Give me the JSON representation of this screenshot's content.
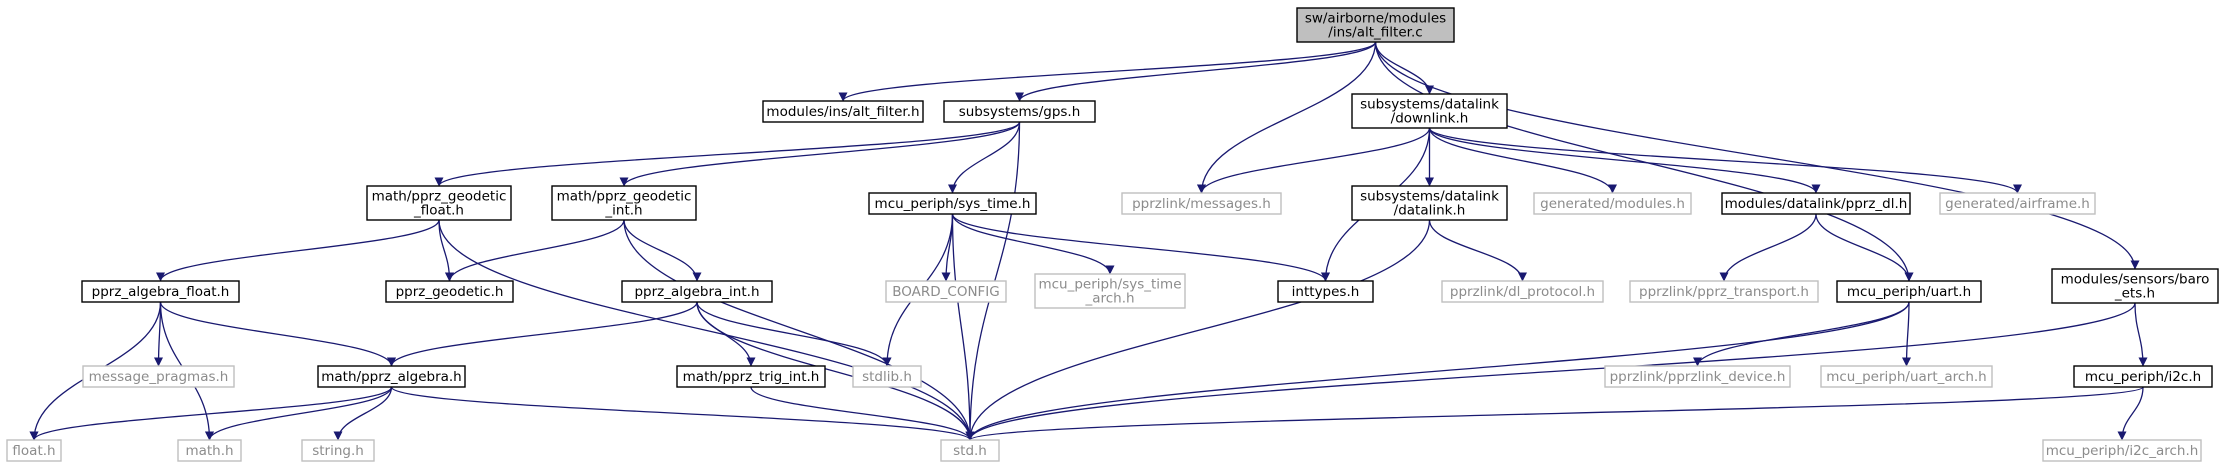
{
  "graph": {
    "nodes": [
      {
        "id": "alt_filter_c",
        "lines": [
          "sw/airborne/modules",
          "/ins/alt_filter.c"
        ],
        "kind": "root"
      },
      {
        "id": "alt_filter_h",
        "lines": [
          "modules/ins/alt_filter.h"
        ],
        "kind": "local"
      },
      {
        "id": "gps_h",
        "lines": [
          "subsystems/gps.h"
        ],
        "kind": "local"
      },
      {
        "id": "messages_h",
        "lines": [
          "pprzlink/messages.h"
        ],
        "kind": "external"
      },
      {
        "id": "downlink_h",
        "lines": [
          "subsystems/datalink",
          "/downlink.h"
        ],
        "kind": "local"
      },
      {
        "id": "baro_ets_h",
        "lines": [
          "modules/sensors/baro",
          "_ets.h"
        ],
        "kind": "local"
      },
      {
        "id": "geodetic_float_h",
        "lines": [
          "math/pprz_geodetic",
          "_float.h"
        ],
        "kind": "local"
      },
      {
        "id": "geodetic_int_h",
        "lines": [
          "math/pprz_geodetic",
          "_int.h"
        ],
        "kind": "local"
      },
      {
        "id": "sys_time_h",
        "lines": [
          "mcu_periph/sys_time.h"
        ],
        "kind": "local"
      },
      {
        "id": "datalink_h",
        "lines": [
          "subsystems/datalink",
          "/datalink.h"
        ],
        "kind": "local"
      },
      {
        "id": "gen_modules_h",
        "lines": [
          "generated/modules.h"
        ],
        "kind": "external"
      },
      {
        "id": "pprz_dl_h",
        "lines": [
          "modules/datalink/pprz_dl.h"
        ],
        "kind": "local"
      },
      {
        "id": "gen_airframe_h",
        "lines": [
          "generated/airframe.h"
        ],
        "kind": "external"
      },
      {
        "id": "algebra_float_h",
        "lines": [
          "pprz_algebra_float.h"
        ],
        "kind": "local"
      },
      {
        "id": "pprz_geodetic_h",
        "lines": [
          "pprz_geodetic.h"
        ],
        "kind": "local"
      },
      {
        "id": "algebra_int_h",
        "lines": [
          "pprz_algebra_int.h"
        ],
        "kind": "local"
      },
      {
        "id": "board_config",
        "lines": [
          "BOARD_CONFIG"
        ],
        "kind": "external"
      },
      {
        "id": "sys_time_arch_h",
        "lines": [
          "mcu_periph/sys_time",
          "_arch.h"
        ],
        "kind": "external"
      },
      {
        "id": "inttypes_h",
        "lines": [
          "inttypes.h"
        ],
        "kind": "local"
      },
      {
        "id": "dl_protocol_h",
        "lines": [
          "pprzlink/dl_protocol.h"
        ],
        "kind": "external"
      },
      {
        "id": "pprz_transport_h",
        "lines": [
          "pprzlink/pprz_transport.h"
        ],
        "kind": "external"
      },
      {
        "id": "uart_h",
        "lines": [
          "mcu_periph/uart.h"
        ],
        "kind": "local"
      },
      {
        "id": "message_pragmas_h",
        "lines": [
          "message_pragmas.h"
        ],
        "kind": "external"
      },
      {
        "id": "pprz_algebra_h",
        "lines": [
          "math/pprz_algebra.h"
        ],
        "kind": "local"
      },
      {
        "id": "trig_int_h",
        "lines": [
          "math/pprz_trig_int.h"
        ],
        "kind": "local"
      },
      {
        "id": "stdlib_h",
        "lines": [
          "stdlib.h"
        ],
        "kind": "external"
      },
      {
        "id": "pprzlink_device_h",
        "lines": [
          "pprzlink/pprzlink_device.h"
        ],
        "kind": "external"
      },
      {
        "id": "uart_arch_h",
        "lines": [
          "mcu_periph/uart_arch.h"
        ],
        "kind": "external"
      },
      {
        "id": "i2c_h",
        "lines": [
          "mcu_periph/i2c.h"
        ],
        "kind": "local"
      },
      {
        "id": "float_h",
        "lines": [
          "float.h"
        ],
        "kind": "external"
      },
      {
        "id": "math_h",
        "lines": [
          "math.h"
        ],
        "kind": "external"
      },
      {
        "id": "string_h",
        "lines": [
          "string.h"
        ],
        "kind": "external"
      },
      {
        "id": "std_h",
        "lines": [
          "std.h"
        ],
        "kind": "external"
      },
      {
        "id": "i2c_arch_h",
        "lines": [
          "mcu_periph/i2c_arch.h"
        ],
        "kind": "external"
      }
    ],
    "edges": [
      [
        "alt_filter_c",
        "alt_filter_h"
      ],
      [
        "alt_filter_c",
        "gps_h"
      ],
      [
        "alt_filter_c",
        "messages_h"
      ],
      [
        "alt_filter_c",
        "downlink_h"
      ],
      [
        "alt_filter_c",
        "uart_h"
      ],
      [
        "alt_filter_c",
        "baro_ets_h"
      ],
      [
        "gps_h",
        "geodetic_float_h"
      ],
      [
        "gps_h",
        "geodetic_int_h"
      ],
      [
        "gps_h",
        "sys_time_h"
      ],
      [
        "gps_h",
        "std_h"
      ],
      [
        "downlink_h",
        "messages_h"
      ],
      [
        "downlink_h",
        "inttypes_h"
      ],
      [
        "downlink_h",
        "datalink_h"
      ],
      [
        "downlink_h",
        "gen_modules_h"
      ],
      [
        "downlink_h",
        "pprz_dl_h"
      ],
      [
        "downlink_h",
        "gen_airframe_h"
      ],
      [
        "geodetic_float_h",
        "pprz_geodetic_h"
      ],
      [
        "geodetic_float_h",
        "algebra_float_h"
      ],
      [
        "geodetic_float_h",
        "std_h"
      ],
      [
        "geodetic_int_h",
        "pprz_geodetic_h"
      ],
      [
        "geodetic_int_h",
        "algebra_int_h"
      ],
      [
        "geodetic_int_h",
        "std_h"
      ],
      [
        "sys_time_h",
        "inttypes_h"
      ],
      [
        "sys_time_h",
        "board_config"
      ],
      [
        "sys_time_h",
        "sys_time_arch_h"
      ],
      [
        "sys_time_h",
        "stdlib_h"
      ],
      [
        "sys_time_h",
        "std_h"
      ],
      [
        "datalink_h",
        "dl_protocol_h"
      ],
      [
        "datalink_h",
        "std_h"
      ],
      [
        "pprz_dl_h",
        "pprz_transport_h"
      ],
      [
        "pprz_dl_h",
        "uart_h"
      ],
      [
        "algebra_float_h",
        "message_pragmas_h"
      ],
      [
        "algebra_float_h",
        "pprz_algebra_h"
      ],
      [
        "algebra_float_h",
        "float_h"
      ],
      [
        "algebra_float_h",
        "math_h"
      ],
      [
        "algebra_int_h",
        "pprz_algebra_h"
      ],
      [
        "algebra_int_h",
        "trig_int_h"
      ],
      [
        "algebra_int_h",
        "stdlib_h"
      ],
      [
        "algebra_int_h",
        "std_h"
      ],
      [
        "uart_h",
        "pprzlink_device_h"
      ],
      [
        "uart_h",
        "uart_arch_h"
      ],
      [
        "uart_h",
        "std_h"
      ],
      [
        "baro_ets_h",
        "i2c_h"
      ],
      [
        "baro_ets_h",
        "std_h"
      ],
      [
        "pprz_algebra_h",
        "float_h"
      ],
      [
        "pprz_algebra_h",
        "math_h"
      ],
      [
        "pprz_algebra_h",
        "string_h"
      ],
      [
        "pprz_algebra_h",
        "std_h"
      ],
      [
        "trig_int_h",
        "std_h"
      ],
      [
        "i2c_h",
        "i2c_arch_h"
      ],
      [
        "i2c_h",
        "std_h"
      ]
    ]
  },
  "colors": {
    "edge": "#191970",
    "local_border": "#000000",
    "external_border": "#bfbfbf",
    "root_fill": "#bfbfbf",
    "text": "#000000",
    "external_text": "#8c8c8c"
  }
}
